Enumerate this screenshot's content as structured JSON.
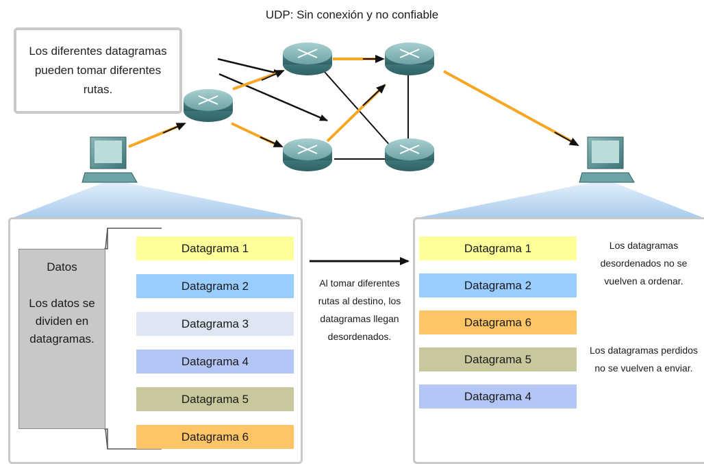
{
  "title": "UDP: Sin conexión y no confiable",
  "callout": "Los diferentes datagramas pueden tomar diferentes rutas.",
  "datos_box": {
    "heading": "Datos",
    "text": "Los datos se dividen en datagramas."
  },
  "left_datagrams": [
    {
      "label": "Datagrama 1",
      "color": "#ffff99"
    },
    {
      "label": "Datagrama 2",
      "color": "#99ccff"
    },
    {
      "label": "Datagrama 3",
      "color": "#dde6f2"
    },
    {
      "label": "Datagrama 4",
      "color": "#b3c6f5"
    },
    {
      "label": "Datagrama 5",
      "color": "#c8c89c"
    },
    {
      "label": "Datagrama 6",
      "color": "#ffc466"
    }
  ],
  "center_note": "Al tomar diferentes rutas al destino, los datagramas llegan desordenados.",
  "right_datagrams": [
    {
      "label": "Datagrama 1",
      "color": "#ffff99"
    },
    {
      "label": "Datagrama 2",
      "color": "#99ccff"
    },
    {
      "label": "Datagrama 6",
      "color": "#ffc466"
    },
    {
      "label": "Datagrama 5",
      "color": "#c8c89c"
    },
    {
      "label": "Datagrama 4",
      "color": "#b3c6f5"
    }
  ],
  "note_unordered": "Los datagramas desordenados no se vuelven a ordenar.",
  "note_lost": "Los datagramas perdidos no se vuelven a enviar.",
  "colors": {
    "path_orange": "#f5a623",
    "link_black": "#111111",
    "router_teal": "#4f8a8b",
    "pc_teal": "#4f8a8b",
    "fan_blue": "#b7d7f2"
  },
  "icons": {
    "router": "router-icon",
    "computer": "computer-icon"
  }
}
